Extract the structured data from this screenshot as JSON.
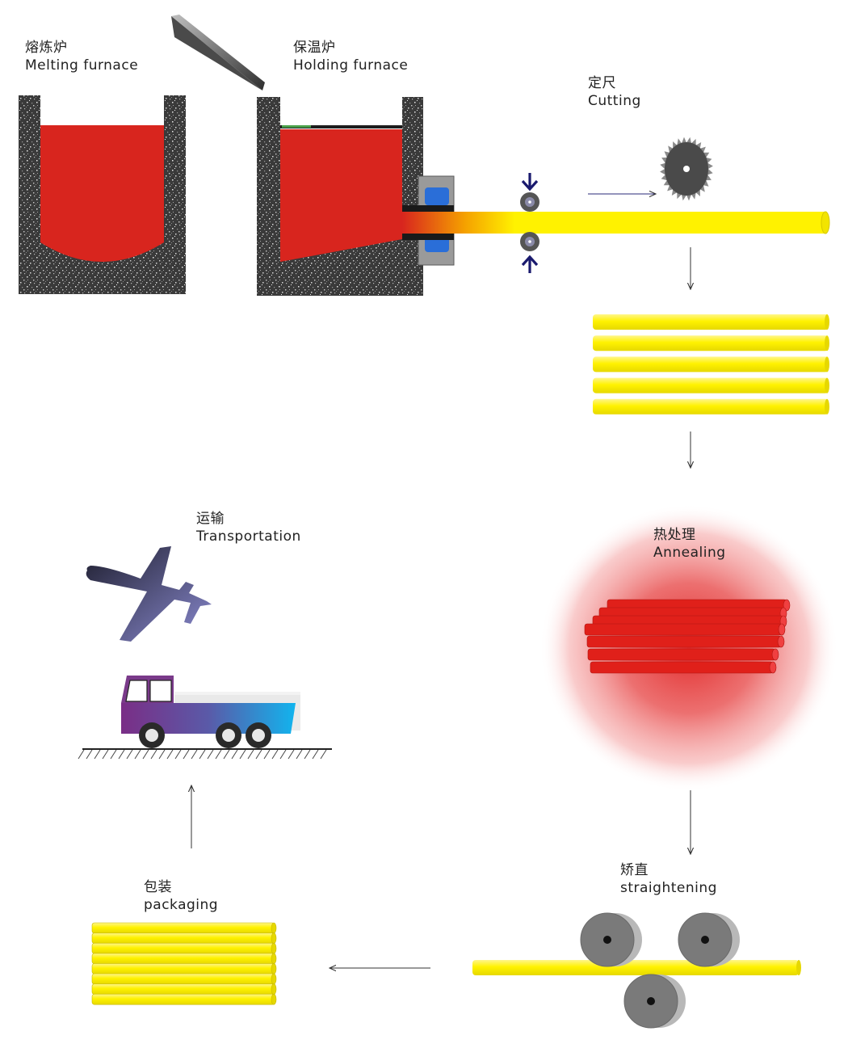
{
  "steps": {
    "melting": {
      "zh": "熔炼炉",
      "en": "Melting furnace"
    },
    "holding": {
      "zh": "保温炉",
      "en": "Holding furnace"
    },
    "cutting": {
      "zh": "定尺",
      "en": "Cutting"
    },
    "annealing": {
      "zh": "热处理",
      "en": "Annealing"
    },
    "straightening": {
      "zh": "矫直",
      "en": "straightening"
    },
    "packaging": {
      "zh": "包装",
      "en": "packaging"
    },
    "transportation": {
      "zh": "运输",
      "en": "Transportation"
    }
  },
  "colors": {
    "molten": "#d8251e",
    "rod": "#fff200",
    "furnace_wall": "#555555",
    "arrow": "#333333",
    "pinch_arrow": "#1a1a6e",
    "roller": "#7a7a7a",
    "truck_cab": "#7a3a8a",
    "truck_bed": "#1fa8e0"
  },
  "icons": [
    "pouring-ladle-icon",
    "saw-blade-icon",
    "pinch-roller-icon",
    "airplane-icon",
    "truck-icon",
    "straightening-roller-icon"
  ]
}
